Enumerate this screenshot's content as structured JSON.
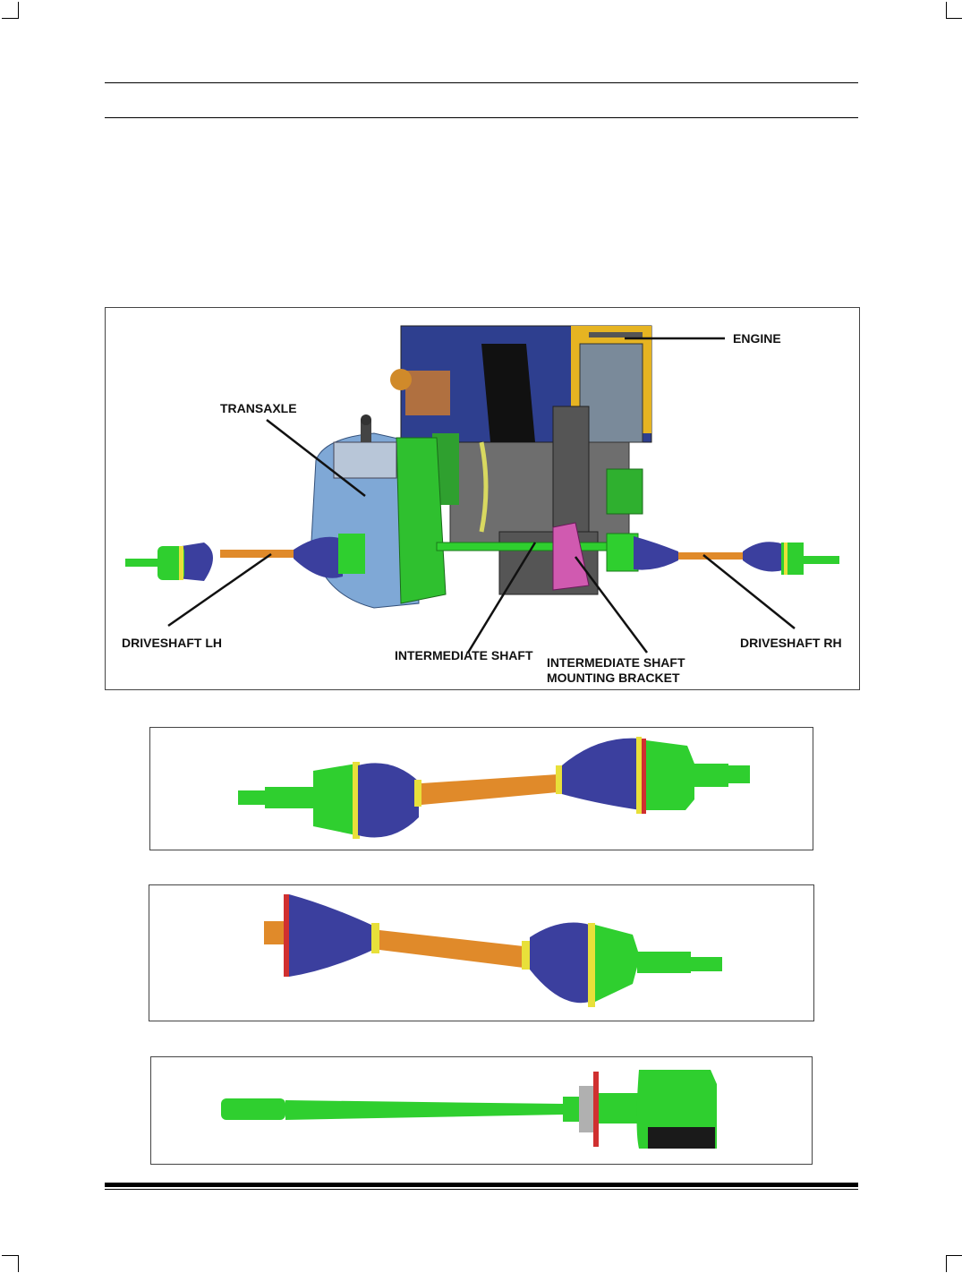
{
  "labels": {
    "engine": "ENGINE",
    "transaxle": "TRANSAXLE",
    "driveshaft_lh": "DRIVESHAFT LH",
    "driveshaft_rh": "DRIVESHAFT RH",
    "intermediate_shaft": "INTERMEDIATE SHAFT",
    "intermediate_shaft_bracket_line1": "INTERMEDIATE SHAFT",
    "intermediate_shaft_bracket_line2": "MOUNTING BRACKET"
  },
  "colors": {
    "joint_green": "#2fcf2f",
    "boot_blue": "#3b3f9e",
    "shaft_orange": "#e08a2a",
    "clamp_yellow": "#e8e03a",
    "transaxle_blue": "#7fa8d6",
    "engine_gray": "#6e6e6e",
    "bracket_pink": "#d05ab0"
  }
}
